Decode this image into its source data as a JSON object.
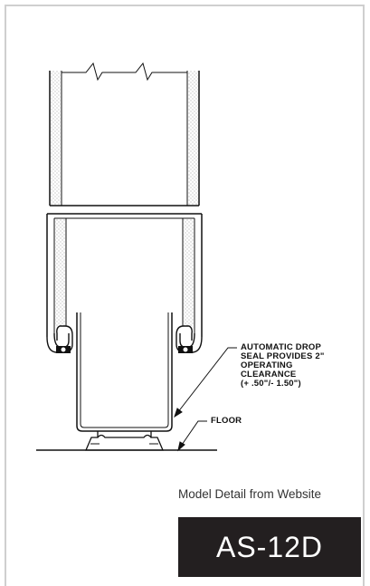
{
  "callouts": {
    "seal_lines": [
      "AUTOMATIC DROP",
      "SEAL PROVIDES 2\"",
      "OPERATING",
      "CLEARANCE",
      "(+ .50\"/- 1.50\")"
    ],
    "floor_label": "FLOOR"
  },
  "caption": "Model Detail from Website",
  "model": "AS-12D",
  "colors": {
    "line": "#111111",
    "frame": "#cfcfcf",
    "model_box": "#231f20",
    "insulation_dots": "#8a8a8a"
  }
}
